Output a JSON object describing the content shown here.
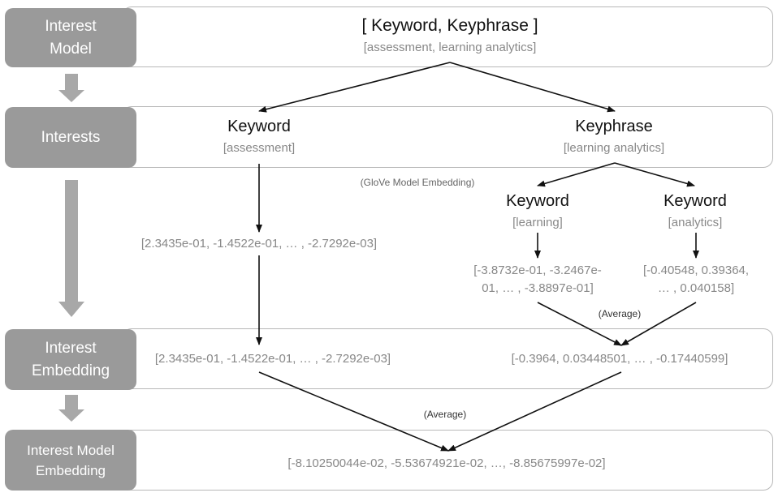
{
  "stages": {
    "interest_model": "Interest\nModel",
    "interests": "Interests",
    "interest_embedding": "Interest\nEmbedding",
    "interest_model_embedding": "Interest Model\nEmbedding"
  },
  "row1": {
    "title": "[ Keyword, Keyphrase ]",
    "example": "[assessment, learning analytics]"
  },
  "row2": {
    "keyword": {
      "label": "Keyword",
      "example": "[assessment]"
    },
    "keyphrase": {
      "label": "Keyphrase",
      "example": "[learning analytics]"
    }
  },
  "middle": {
    "glove_note": "(GloVe Model Embedding)",
    "keyword_learning": {
      "label": "Keyword",
      "example": "[learning]"
    },
    "keyword_analytics": {
      "label": "Keyword",
      "example": "[analytics]"
    },
    "vec_assessment": "[2.3435e-01, -1.4522e-01, … , -2.7292e-03]",
    "vec_learning": "[-3.8732e-01, -3.2467e-\n01, … , -3.8897e-01]",
    "vec_analytics": "[-0.40548,  0.39364,\n… , 0.040158]",
    "average_note": "(Average)"
  },
  "row3": {
    "vec_keyword": "[2.3435e-01, -1.4522e-01, … , -2.7292e-03]",
    "vec_keyphrase": "[-0.3964, 0.03448501, … , -0.17440599]"
  },
  "between": {
    "average_note": "(Average)"
  },
  "row4": {
    "vec_model": "[-8.10250044e-02, -5.53674921e-02, …, -8.85675997e-02]"
  },
  "colors": {
    "stage_fill": "#9a9a9a",
    "stage_arrow": "#a8a8a8",
    "box_border": "#b8b8b8",
    "example_text": "#888888",
    "arrow": "#111111"
  }
}
